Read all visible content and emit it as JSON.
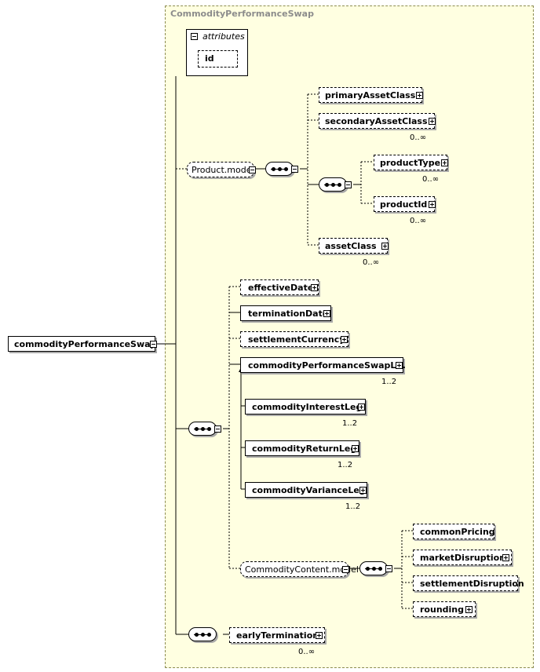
{
  "region_title": "CommodityPerformanceSwap",
  "root": {
    "label": "commodityPerformanceSwap"
  },
  "attributes": {
    "label": "attributes",
    "id_label": "id"
  },
  "product_model": {
    "label": "Product.model",
    "elements": {
      "primaryAssetClass": "primaryAssetClass",
      "secondaryAssetClass": "secondaryAssetClass",
      "productType": "productType",
      "productId": "productId",
      "assetClass": "assetClass"
    }
  },
  "main": {
    "effectiveDate": "effectiveDate",
    "terminationDate": "terminationDate",
    "settlementCurrency": "settlementCurrency",
    "legAbstract": "commodityPerformanceSwapL...",
    "interestLeg": "commodityInterestLeg",
    "returnLeg": "commodityReturnLeg",
    "varianceLeg": "commodityVarianceLeg"
  },
  "commodity_content": {
    "label": "CommodityContent.model",
    "elements": {
      "commonPricing": "commonPricing",
      "marketDisruption": "marketDisruption",
      "settlementDisruption": "settlementDisruption",
      "rounding": "rounding"
    }
  },
  "early": {
    "label": "earlyTermination"
  },
  "multiplicities": {
    "secondaryAssetClass": "0..∞",
    "productType": "0..∞",
    "productId": "0..∞",
    "assetClass": "0..∞",
    "legAbstract": "1..2",
    "interestLeg": "1..2",
    "returnLeg": "1..2",
    "varianceLeg": "1..2",
    "earlyTermination": "0..∞"
  }
}
